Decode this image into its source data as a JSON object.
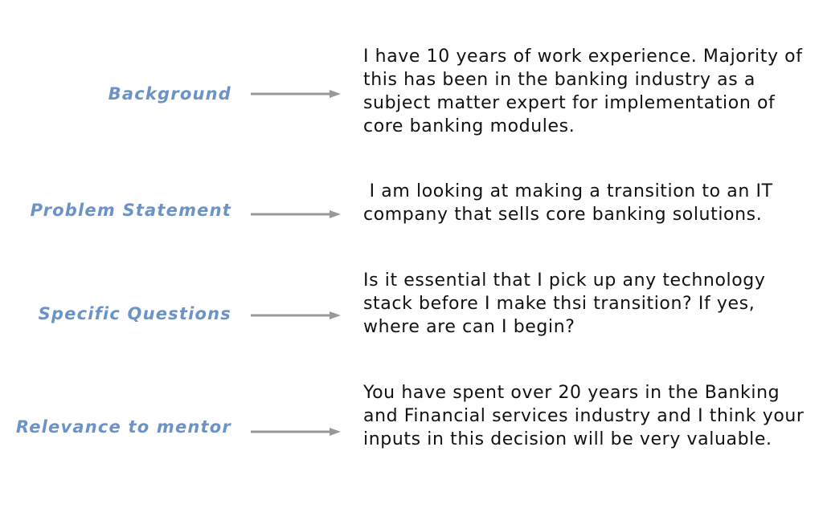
{
  "rows": [
    {
      "label": "Background",
      "text": "I have 10 years of work experience. Majority of this has been in the banking industry as a subject matter expert for implementation of core banking modules."
    },
    {
      "label": "Problem Statement",
      "text": " I am looking at making a transition to an IT company that sells core banking solutions."
    },
    {
      "label": "Specific Questions",
      "text": "Is it essential that I pick up any technology stack before I make thsi transition? If yes, where are can I begin?"
    },
    {
      "label": "Relevance to mentor",
      "text": "You have spent over 20 years in the Banking and Financial services industry and I think your inputs in this decision will be very valuable."
    }
  ],
  "colors": {
    "label": "#6c93c6",
    "arrow": "#999999",
    "text": "#111111"
  }
}
